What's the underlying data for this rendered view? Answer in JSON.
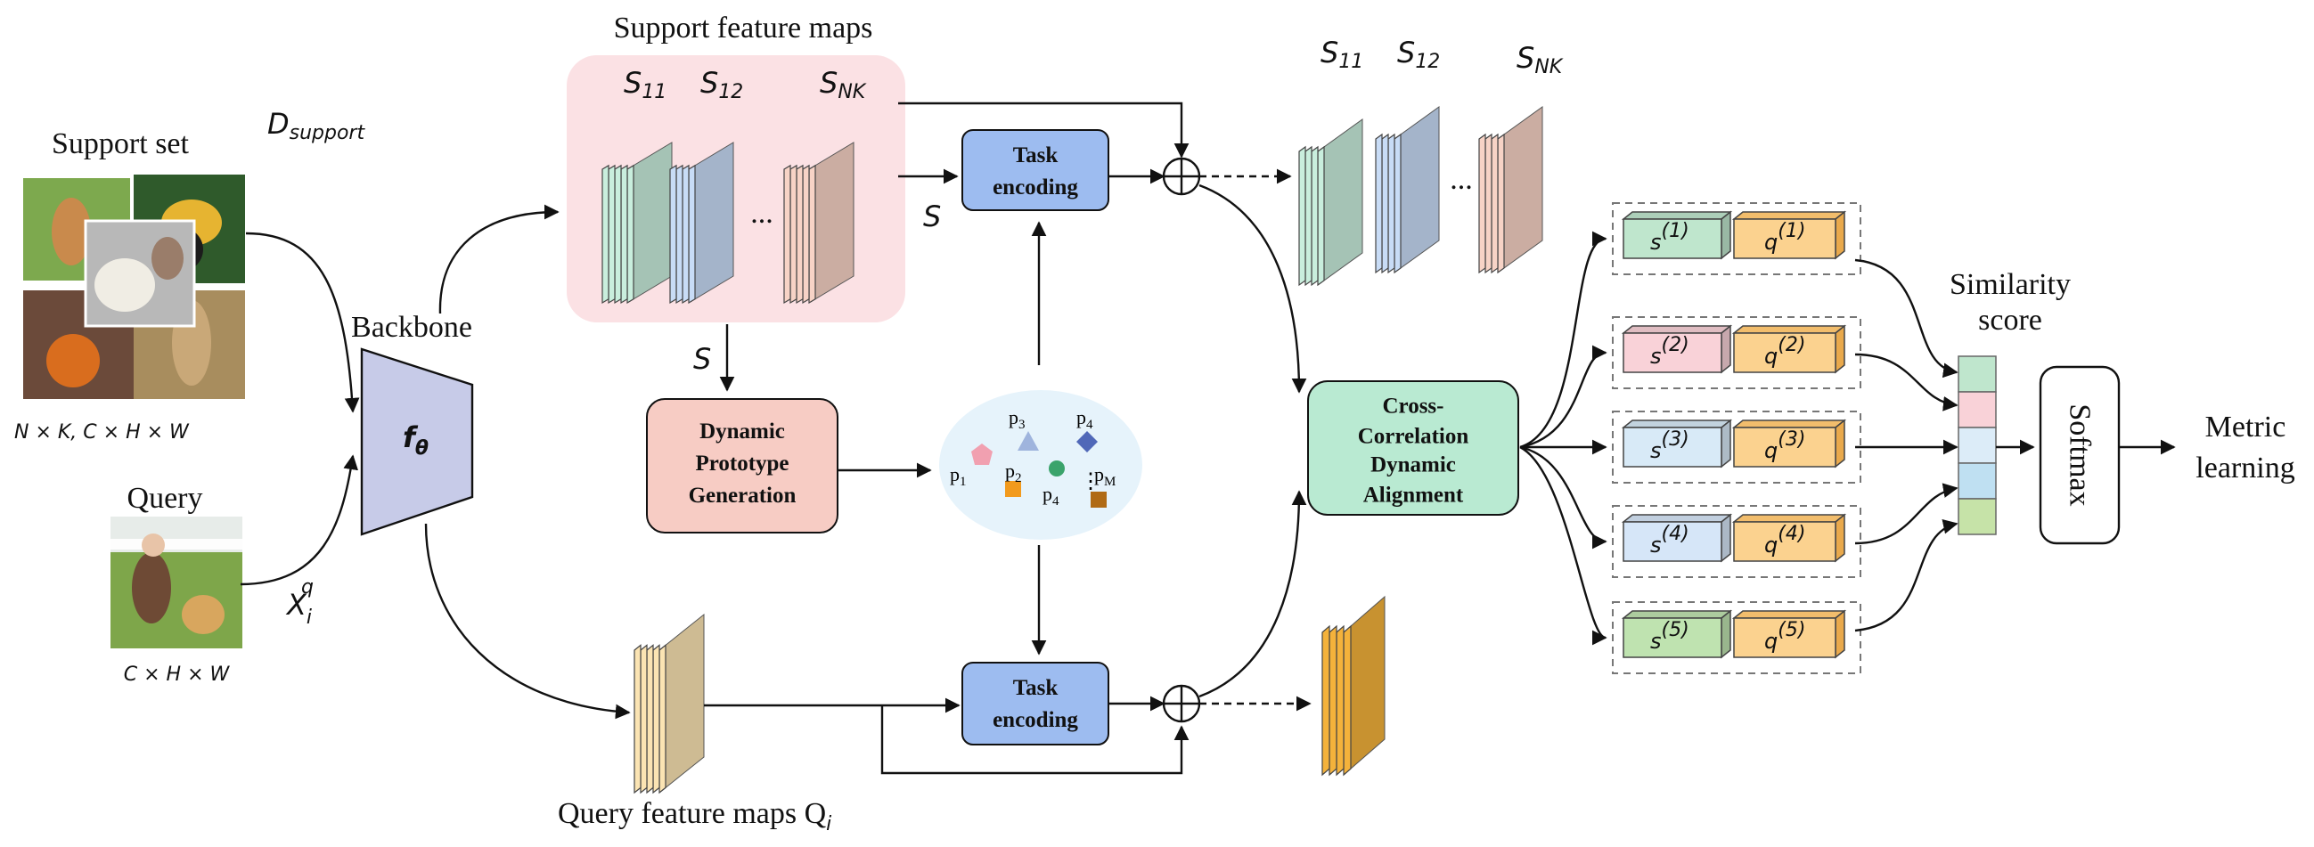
{
  "labels": {
    "support_set": "Support set",
    "d_support": "D",
    "d_support_sub": "support",
    "support_dims": "N × K, C × H × W",
    "query": "Query",
    "x_q": "X",
    "x_q_sub": "i",
    "x_q_sup": "q",
    "query_dims": "C × H × W",
    "backbone": "Backbone",
    "f_theta": "f",
    "f_theta_sub": "θ",
    "support_feature_maps": "Support feature maps",
    "s11": "S",
    "s11_sub": "11",
    "s12": "S",
    "s12_sub": "12",
    "snk": "S",
    "snk_sub": "NK",
    "dots": "...",
    "s_edge_top": "S",
    "s_edge_down": "S",
    "task_encoding_1": "Task",
    "task_encoding_2": "encoding",
    "dpg_1": "Dynamic",
    "dpg_2": "Prototype",
    "dpg_3": "Generation",
    "p1": "p",
    "p1_sub": "1",
    "p2": "p",
    "p2_sub": "2",
    "p3": "p",
    "p3_sub": "3",
    "p4a": "p",
    "p4a_sub": "4",
    "p4b": "p",
    "p4b_sub": "4",
    "pm": "p",
    "pm_sub": "M",
    "cross_1": "Cross-",
    "cross_2": "Correlation",
    "cross_3": "Dynamic",
    "cross_4": "Alignment",
    "query_feature_maps": "Query feature maps Q",
    "query_feature_maps_sub": "i",
    "similarity_1": "Similarity",
    "similarity_2": "score",
    "softmax": "Softmax",
    "metric_1": "Metric",
    "metric_2": "learning"
  },
  "pairs": [
    {
      "s": "s",
      "q": "q",
      "idx": "(1)",
      "s_color": "#bfe6cd"
    },
    {
      "s": "s",
      "q": "q",
      "idx": "(2)",
      "s_color": "#f9d2d8"
    },
    {
      "s": "s",
      "q": "q",
      "idx": "(3)",
      "s_color": "#d8eaf7"
    },
    {
      "s": "s",
      "q": "q",
      "idx": "(4)",
      "s_color": "#d6e6f8"
    },
    {
      "s": "s",
      "q": "q",
      "idx": "(5)",
      "s_color": "#bfe3b0"
    }
  ],
  "similarity_colors": [
    "#bfe6cd",
    "#f9d2d8",
    "#dcecf8",
    "#bfe0f2",
    "#c6e3a8"
  ],
  "colors": {
    "support_panel": "#fbe1e4",
    "task_encoding": "#9dbcf0",
    "dpg": "#f7ccc4",
    "cross": "#b9ead2",
    "backbone": "#c7cbe8",
    "prototype_space": "#e6f3fb",
    "q_box": "#fbd28f"
  },
  "icons": [
    "pentagon-icon",
    "triangle-icon",
    "diamond-icon",
    "circle-icon",
    "square-icon"
  ]
}
